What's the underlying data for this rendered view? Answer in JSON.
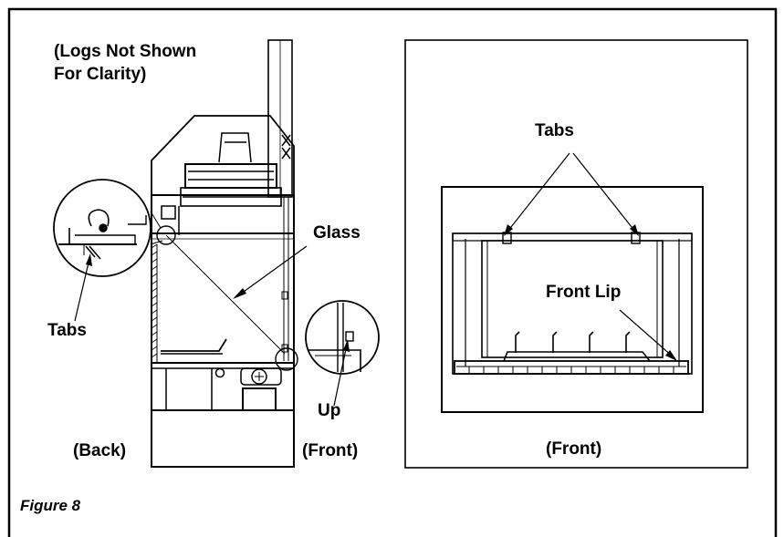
{
  "figure": {
    "caption": "Figure 8",
    "side_view": {
      "note_line1": "(Logs Not Shown",
      "note_line2": "For Clarity)",
      "glass_label": "Glass",
      "tabs_label": "Tabs",
      "up_label": "Up",
      "back_label": "(Back)",
      "front_label": "(Front)"
    },
    "front_view": {
      "tabs_label": "Tabs",
      "front_lip_label": "Front Lip",
      "front_label": "(Front)"
    }
  }
}
